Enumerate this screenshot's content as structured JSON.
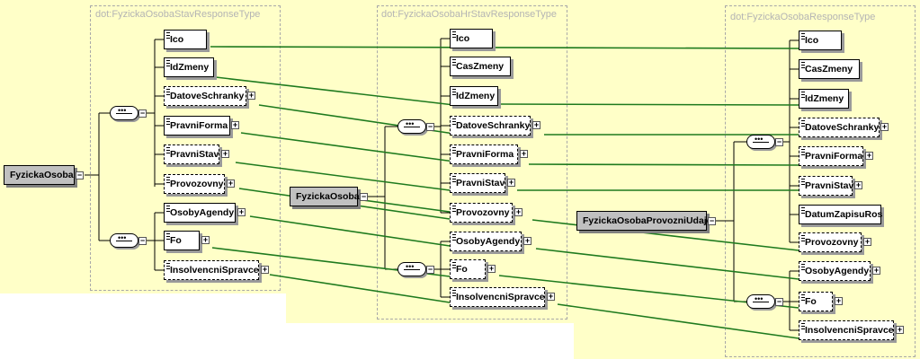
{
  "colors": {
    "background": "#ffffc8",
    "connector": "#1e7a1e",
    "tree_line": "#000000"
  },
  "panels": [
    {
      "type_name": "dot:FyzickaOsobaStavResponseType",
      "root": "FyzickaOsoba",
      "elements": [
        {
          "label": "Ico",
          "optional": false,
          "expandable": false
        },
        {
          "label": "IdZmeny",
          "optional": false,
          "expandable": false
        },
        {
          "label": "DatoveSchranky",
          "optional": true,
          "expandable": true
        },
        {
          "label": "PravniForma",
          "optional": false,
          "expandable": true
        },
        {
          "label": "PravniStav",
          "optional": true,
          "expandable": true
        },
        {
          "label": "Provozovny",
          "optional": true,
          "expandable": true
        },
        {
          "label": "OsobyAgendy",
          "optional": false,
          "expandable": true
        },
        {
          "label": "Fo",
          "optional": false,
          "expandable": true
        },
        {
          "label": "InsolvencniSpravce",
          "optional": true,
          "expandable": true
        }
      ]
    },
    {
      "type_name": "dot:FyzickaOsobaHrStavResponseType",
      "root": "FyzickaOsoba",
      "elements": [
        {
          "label": "Ico",
          "optional": false,
          "expandable": false
        },
        {
          "label": "CasZmeny",
          "optional": false,
          "expandable": false
        },
        {
          "label": "IdZmeny",
          "optional": false,
          "expandable": false
        },
        {
          "label": "DatoveSchranky",
          "optional": true,
          "expandable": true
        },
        {
          "label": "PravniForma",
          "optional": true,
          "expandable": true
        },
        {
          "label": "PravniStav",
          "optional": true,
          "expandable": true
        },
        {
          "label": "Provozovny",
          "optional": true,
          "expandable": true
        },
        {
          "label": "OsobyAgendy",
          "optional": true,
          "expandable": true
        },
        {
          "label": "Fo",
          "optional": true,
          "expandable": true
        },
        {
          "label": "InsolvencniSpravce",
          "optional": true,
          "expandable": true
        }
      ]
    },
    {
      "type_name": "dot:FyzickaOsobaResponseType",
      "root": "FyzickaOsobaProvozniUdaje",
      "elements": [
        {
          "label": "Ico",
          "optional": false,
          "expandable": false
        },
        {
          "label": "CasZmeny",
          "optional": false,
          "expandable": false
        },
        {
          "label": "IdZmeny",
          "optional": false,
          "expandable": false
        },
        {
          "label": "DatoveSchranky",
          "optional": true,
          "expandable": true
        },
        {
          "label": "PravniForma",
          "optional": true,
          "expandable": true
        },
        {
          "label": "PravniStav",
          "optional": true,
          "expandable": true
        },
        {
          "label": "DatumZapisuRos",
          "optional": false,
          "expandable": false
        },
        {
          "label": "Provozovny",
          "optional": true,
          "expandable": true
        },
        {
          "label": "OsobyAgendy",
          "optional": true,
          "expandable": true
        },
        {
          "label": "Fo",
          "optional": true,
          "expandable": true
        },
        {
          "label": "InsolvencniSpravce",
          "optional": true,
          "expandable": true
        }
      ]
    }
  ]
}
